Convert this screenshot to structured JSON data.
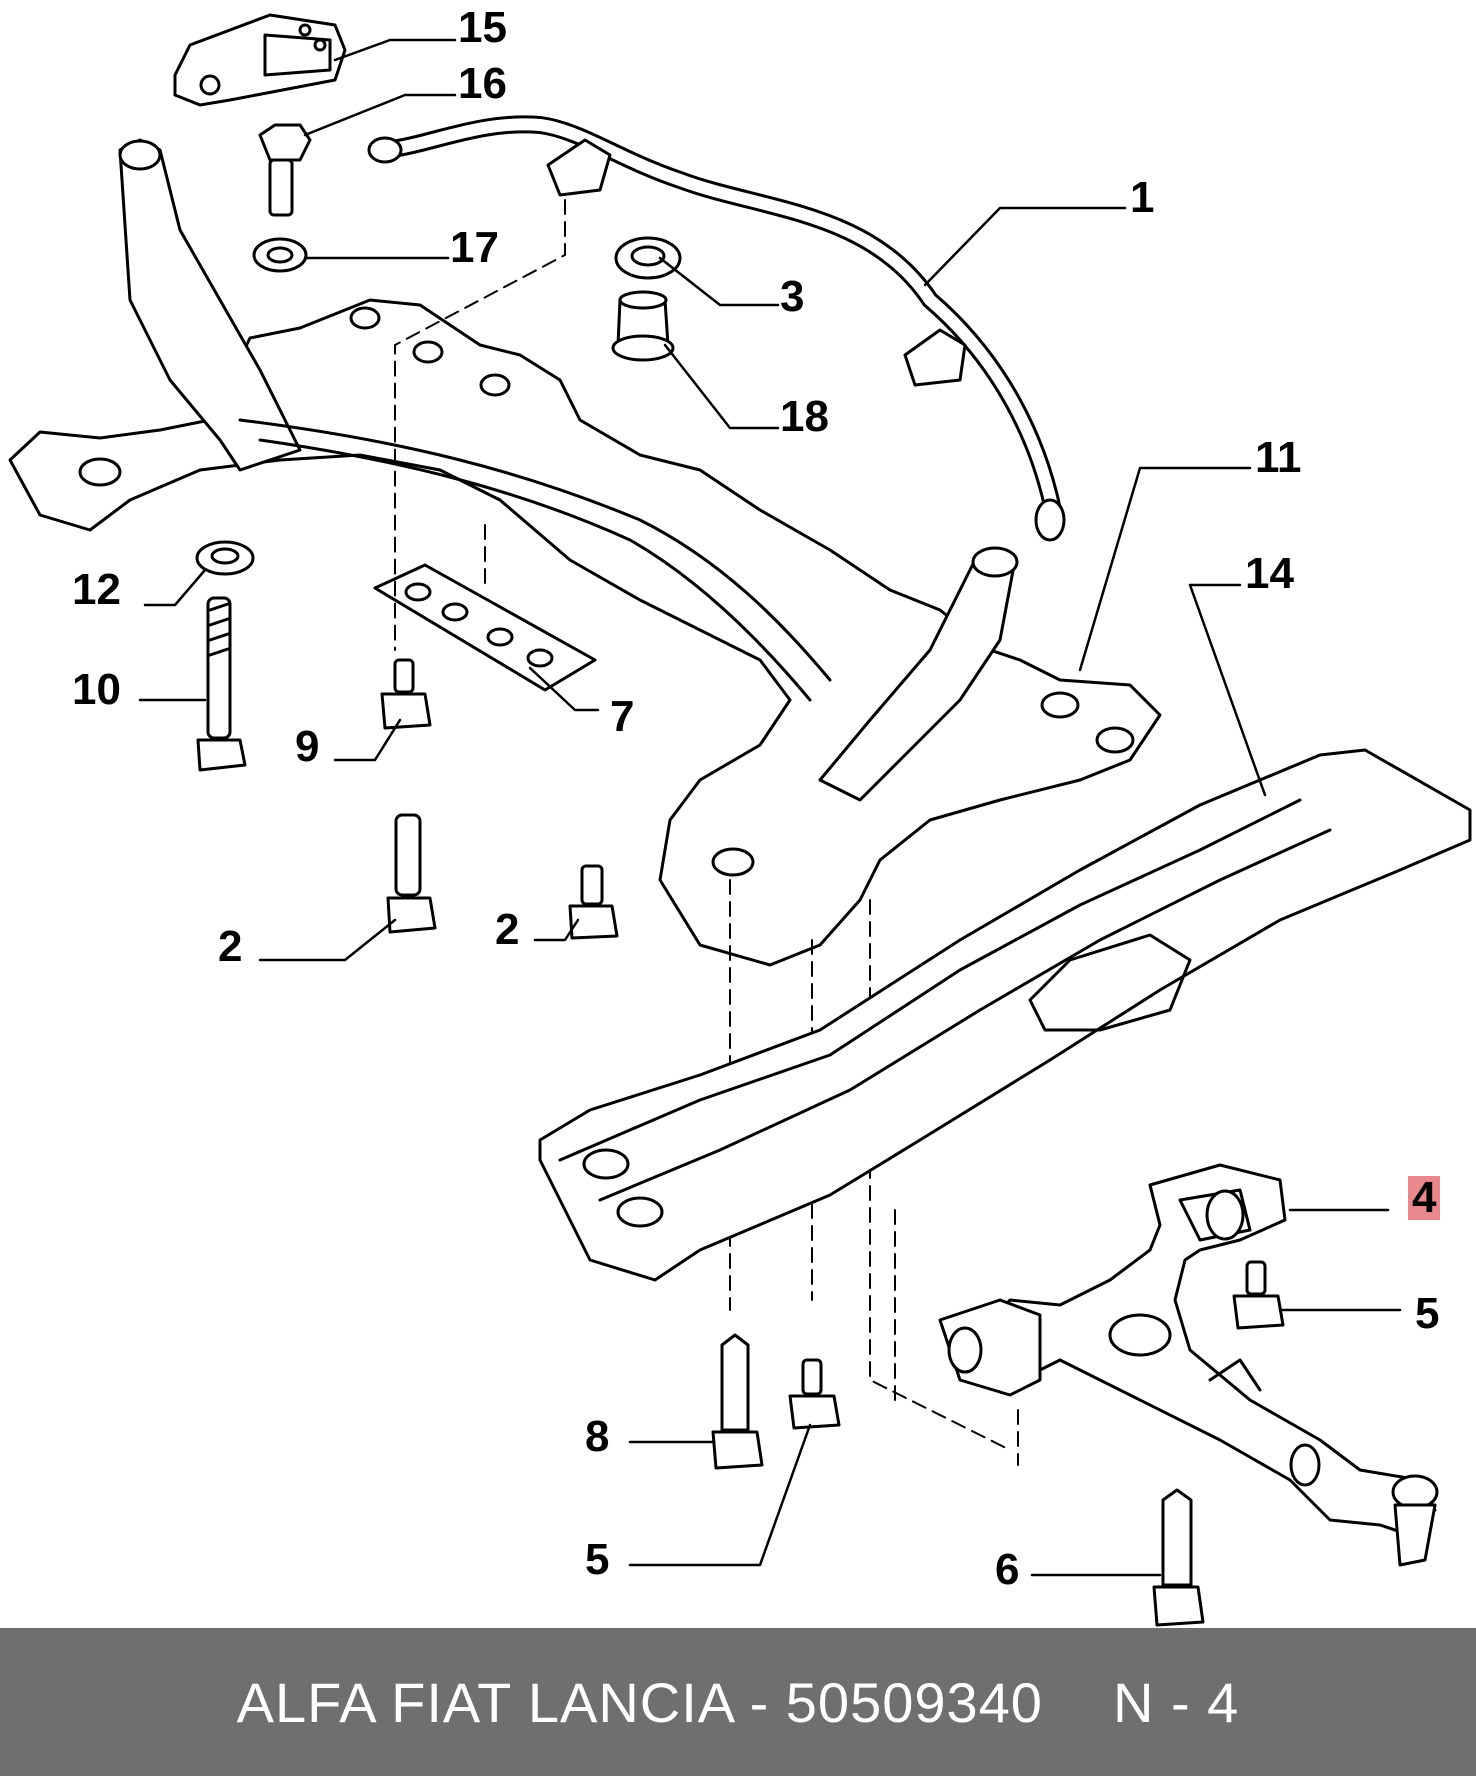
{
  "callouts": {
    "c15": "15",
    "c16": "16",
    "c1": "1",
    "c17": "17",
    "c3": "3",
    "c18": "18",
    "c11": "11",
    "c14": "14",
    "c12": "12",
    "c10": "10",
    "c9": "9",
    "c7": "7",
    "c2a": "2",
    "c2b": "2",
    "c4": "4",
    "c5a": "5",
    "c8": "8",
    "c5b": "5",
    "c6": "6"
  },
  "highlight_color": "#e8888c",
  "footer": {
    "brand_part": "ALFA FIAT LANCIA - 50509340",
    "page_ref": "N - 4",
    "background": "#6f6f6f"
  }
}
